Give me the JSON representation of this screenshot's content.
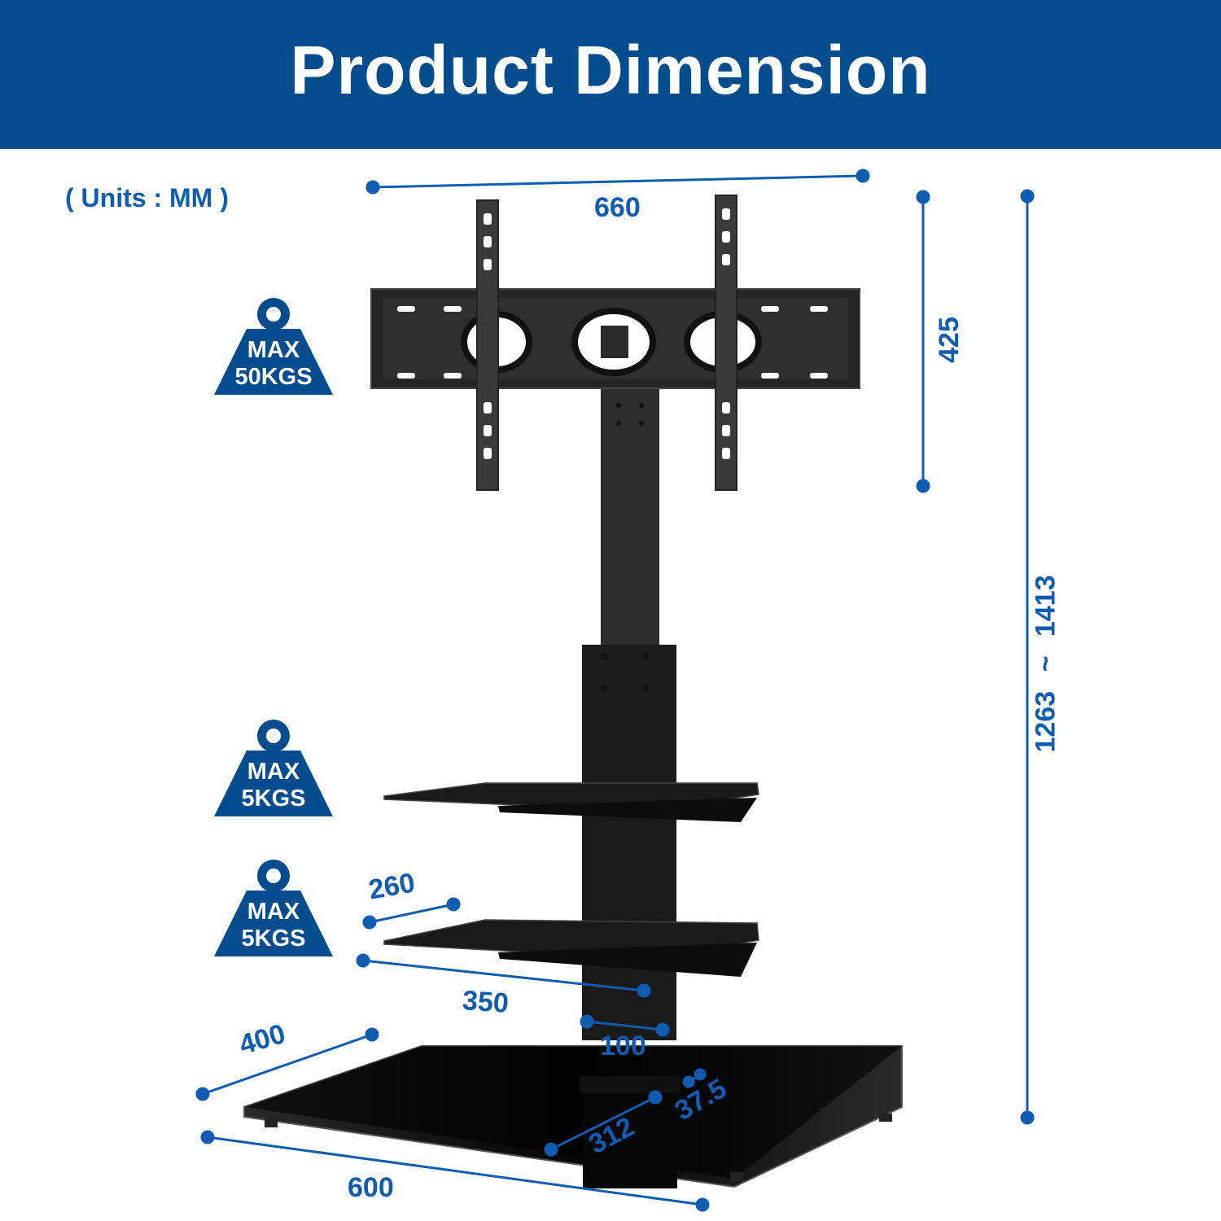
{
  "header": {
    "title": "Product Dimension"
  },
  "units_label": "( Units : MM )",
  "dimensions": {
    "mount_width": "660",
    "mount_height": "425",
    "total_height": "1263 ~ 1413",
    "shelf_depth": "260",
    "shelf_width": "350",
    "column_width": "100",
    "base_depth": "400",
    "base_width": "600",
    "column_offset": "312",
    "column_thickness": "37.5"
  },
  "weight_limits": [
    {
      "line1": "MAX",
      "line2": "50KGS"
    },
    {
      "line1": "MAX",
      "line2": "5KGS"
    },
    {
      "line1": "MAX",
      "line2": "5KGS"
    }
  ],
  "colors": {
    "brand_blue": "#034d8f",
    "dimension_blue": "#0f5cb0",
    "product_black": "#1e1e1e"
  }
}
